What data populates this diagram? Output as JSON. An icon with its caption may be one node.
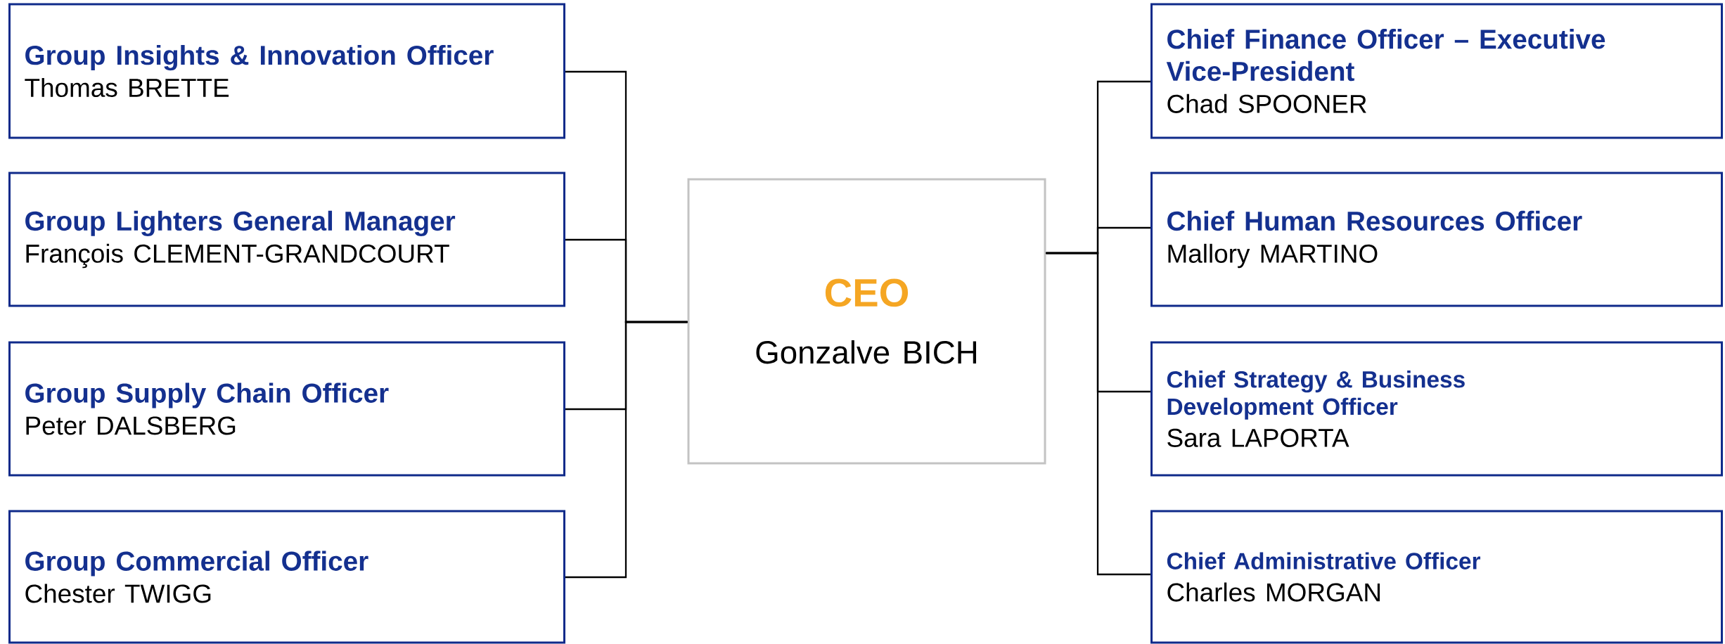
{
  "diagram": {
    "nodes": [
      {
        "text": [
          "Group Insights & Innovation Officer",
          "Thomas BRETTE"
        ]
      },
      {
        "text": [
          "Group Lighters General Manager",
          "François CLEMENT-GRANDCOURT"
        ]
      },
      {
        "text": [
          "Group Supply Chain Officer",
          "Peter DALSBERG"
        ]
      },
      {
        "text": [
          "Group Commercial Officer",
          "Chester TWIGG"
        ]
      },
      {
        "text": [
          "CEO",
          "Gonzalve BICH"
        ]
      },
      {
        "text": [
          "Chief Finance Officer – Executive Vice-President",
          "Chad SPOONER"
        ]
      },
      {
        "text": [
          "Chief Human Resources Officer",
          "Mallory MARTINO"
        ]
      },
      {
        "text": [
          "Chief Strategy & Business Development Officer",
          "Sara LAPORTA"
        ]
      },
      {
        "text": [
          "Chief Administrative Officer",
          "Charles MORGAN"
        ]
      }
    ],
    "edges": [
      {
        "from": 4,
        "to": 0,
        "arrow": "none"
      },
      {
        "from": 4,
        "to": 1,
        "arrow": "none"
      },
      {
        "from": 4,
        "to": 2,
        "arrow": "none"
      },
      {
        "from": 4,
        "to": 3,
        "arrow": "none"
      },
      {
        "from": 4,
        "to": 5,
        "arrow": "none"
      },
      {
        "from": 4,
        "to": 6,
        "arrow": "none"
      },
      {
        "from": 4,
        "to": 7,
        "arrow": "none"
      },
      {
        "from": 4,
        "to": 8,
        "arrow": "none"
      }
    ]
  }
}
